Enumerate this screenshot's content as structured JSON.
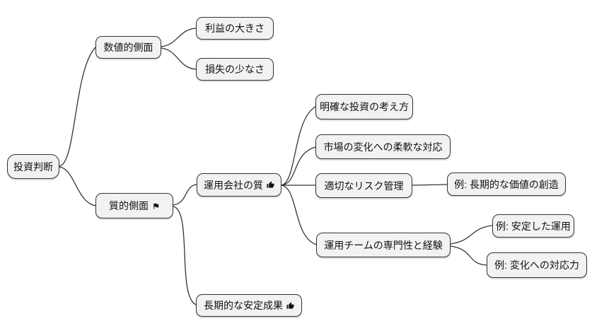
{
  "diagram_type": "mindmap",
  "colors": {
    "background": "#ffffff",
    "node_fill": "#f2f2f2",
    "node_border": "#333333",
    "edge": "#333333",
    "text": "#111111",
    "icon": "#111111"
  },
  "icons": {
    "flag": "flag-icon",
    "thumbs_up": "thumbs-up-icon"
  },
  "mindmap": {
    "root": {
      "label": "投資判断",
      "children": [
        {
          "label": "数値的側面",
          "children": [
            {
              "label": "利益の大きさ"
            },
            {
              "label": "損失の少なさ"
            }
          ]
        },
        {
          "label": "質的側面",
          "icon": "flag",
          "children": [
            {
              "label": "運用会社の質",
              "icon": "thumbs_up",
              "children": [
                {
                  "label": "明確な投資の考え方"
                },
                {
                  "label": "市場の変化への柔軟な対応"
                },
                {
                  "label": "適切なリスク管理",
                  "children": [
                    {
                      "label": "例: 長期的な価値の創造"
                    }
                  ]
                },
                {
                  "label": "運用チームの専門性と経験",
                  "children": [
                    {
                      "label": "例: 安定した運用"
                    },
                    {
                      "label": "例: 変化への対応力"
                    }
                  ]
                }
              ]
            },
            {
              "label": "長期的な安定成果",
              "icon": "thumbs_up"
            }
          ]
        }
      ]
    }
  }
}
